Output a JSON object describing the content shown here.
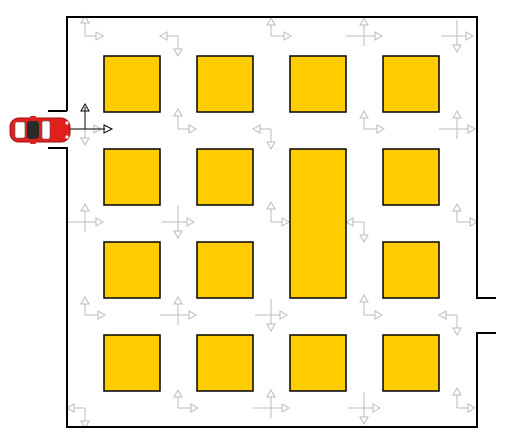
{
  "game": {
    "type": "parking-maze",
    "colors": {
      "wall": "#000000",
      "block": "#FFCC00",
      "block_border": "#000000",
      "arrow_faint": "#BBBBBB",
      "arrow_active": "#000000",
      "car_body": "#E0201C",
      "car_window": "#FFFFFF"
    },
    "entrance": {
      "side": "left",
      "row": 1
    },
    "exit": {
      "side": "right",
      "row": 3
    },
    "player": {
      "name": "car",
      "icon": "red-car-icon",
      "facing": "right"
    },
    "active_moves": [
      "up",
      "right"
    ]
  }
}
